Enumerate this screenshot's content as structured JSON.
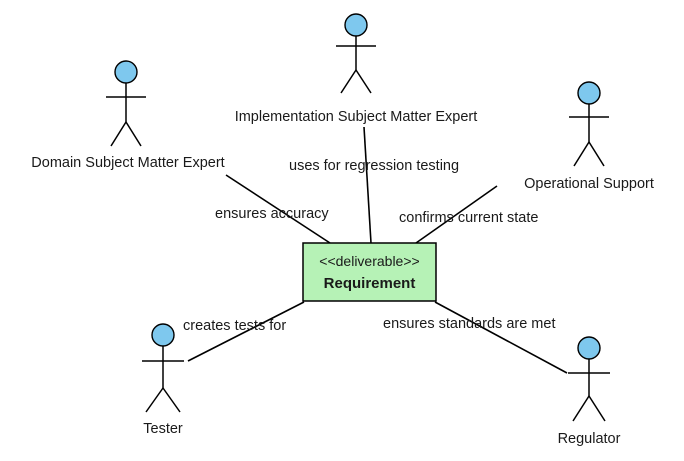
{
  "colors": {
    "actor_head": "#7ec8ee",
    "class_fill": "#b6f2b6",
    "class_border": "#000000",
    "line": "#000000"
  },
  "class": {
    "stereotype": "<<deliverable>>",
    "name": "Requirement"
  },
  "actors": {
    "domain": "Domain Subject Matter Expert",
    "impl": "Implementation Subject Matter Expert",
    "ops": "Operational Support",
    "tester": "Tester",
    "regulator": "Regulator"
  },
  "associations": {
    "domain": "ensures accuracy",
    "impl": "uses for regression testing",
    "ops": "confirms current state",
    "tester": "creates tests for",
    "regulator": "ensures standards are met"
  }
}
